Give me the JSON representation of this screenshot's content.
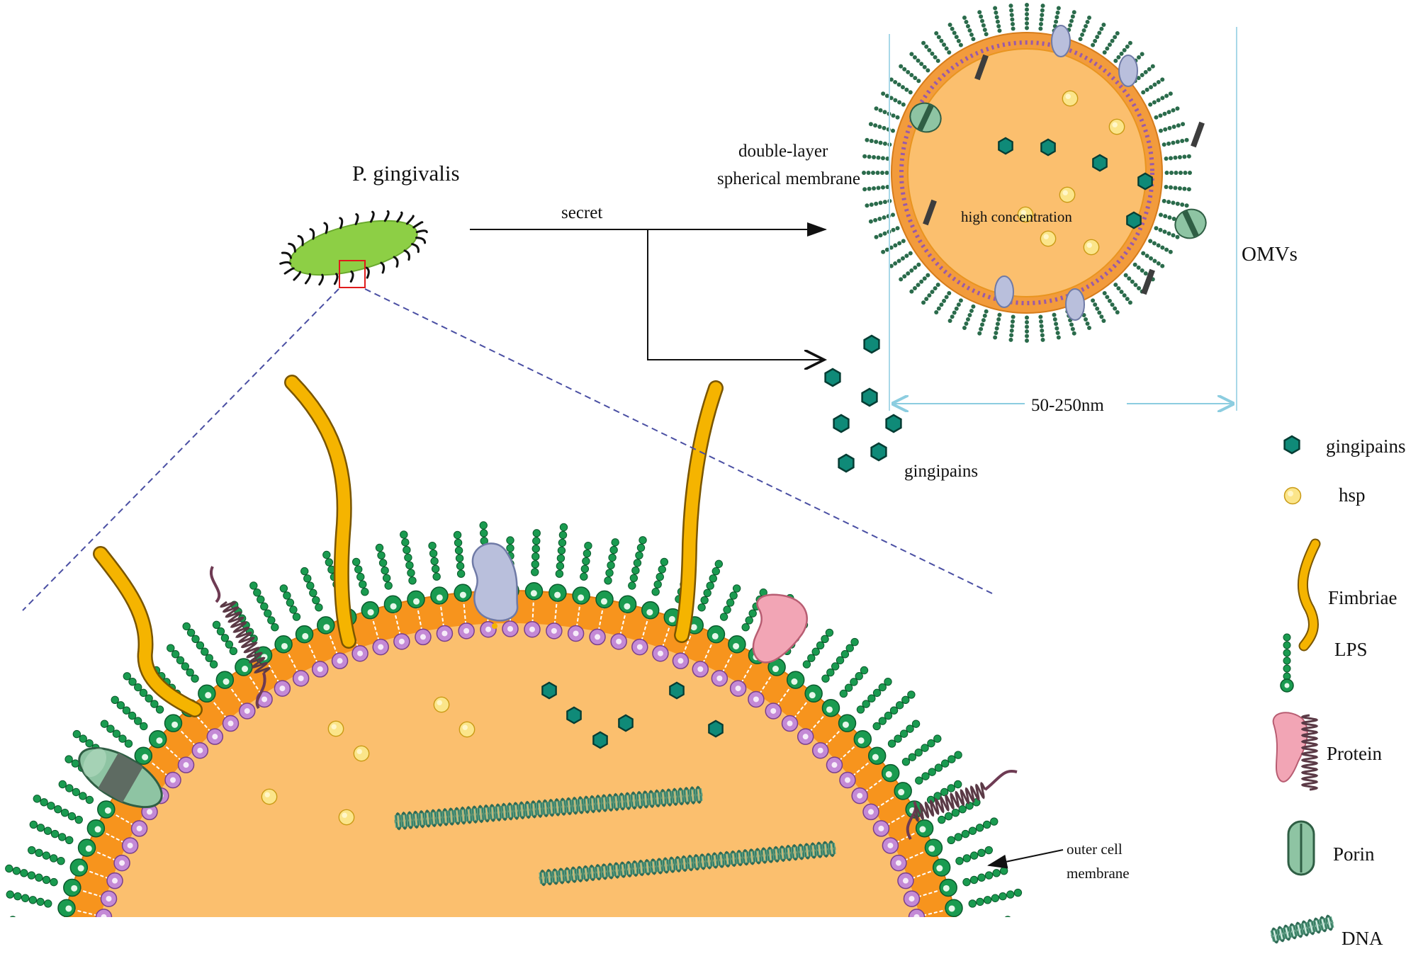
{
  "labels": {
    "bacterium": "P. gingivalis",
    "secret": "secret",
    "membrane_line1": "double-layer",
    "membrane_line2": "spherical membrane",
    "high_conc": "high concentration",
    "omvs": "OMVs",
    "size": "50-250nm",
    "gingipains_free": "gingipains",
    "outer_line1": "outer cell",
    "outer_line2": "membrane"
  },
  "legend": [
    {
      "icon": "gingipain-icon",
      "label": "gingipains"
    },
    {
      "icon": "hsp-icon",
      "label": "hsp"
    },
    {
      "icon": "fimbriae-icon",
      "label": "Fimbriae"
    },
    {
      "icon": "lps-icon",
      "label": "LPS"
    },
    {
      "icon": "protein-icon",
      "label": "Protein"
    },
    {
      "icon": "porin-icon",
      "label": "Porin"
    },
    {
      "icon": "dna-icon",
      "label": "DNA"
    }
  ],
  "colors": {
    "cytoplasm": "#fbbf6e",
    "membrane": "#f7941d",
    "headgroup_green": "#1a9b50",
    "headgroup_purple": "#c48ad6",
    "gingipain": "#0f8a78",
    "hsp": "#fbe58a",
    "fimbriae": "#f5b400",
    "bacterium": "#8dcf45",
    "protein": "#f2a5b5",
    "porin": "#8ec4a3",
    "dna": "#2f6a55",
    "size_line": "#a8d8e8"
  }
}
